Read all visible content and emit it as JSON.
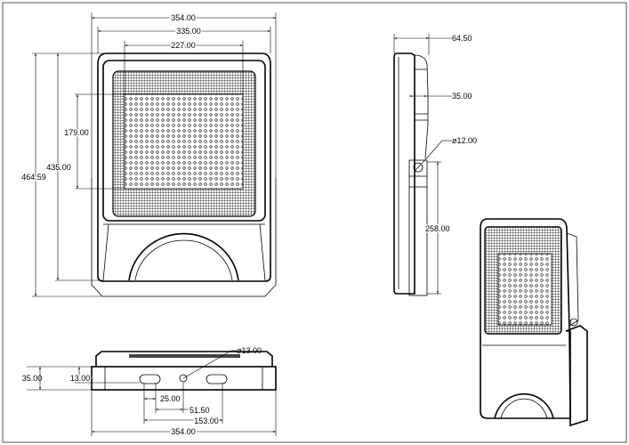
{
  "drawing": {
    "front_view": {
      "overall_width": "354.00",
      "frame_width": "335.00",
      "led_width": "227.00",
      "led_height": "179.00",
      "frame_height": "435.00",
      "overall_height": "464.59"
    },
    "bottom_view": {
      "depth": "35.00",
      "slot_offset": "13.00",
      "hole_diameter": "ø13.00",
      "slot_length": "25.00",
      "slot_to_hole": "51.50",
      "slot_spacing": "153.00",
      "overall_width": "354.00"
    },
    "side_view": {
      "overall_depth": "64.50",
      "body_depth": "35.00",
      "pivot_diameter": "ø12.00",
      "bracket_length": "258.00"
    }
  }
}
